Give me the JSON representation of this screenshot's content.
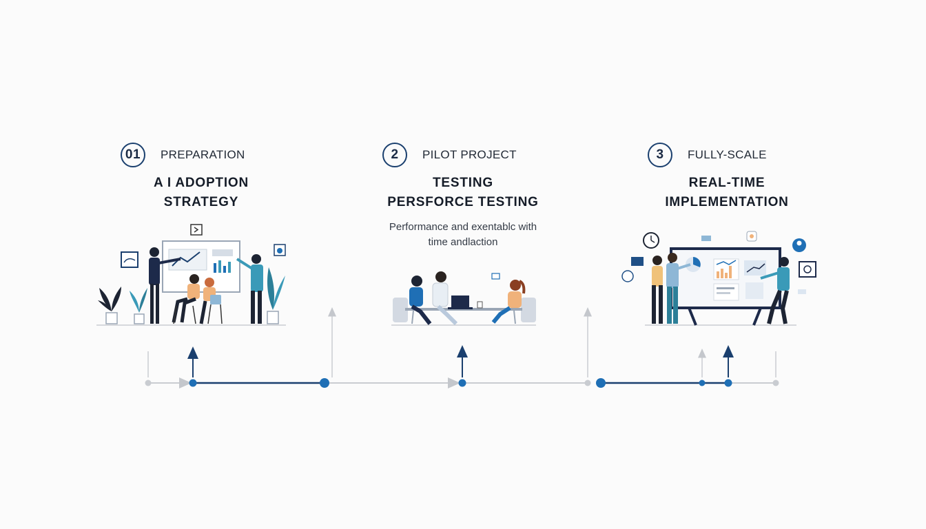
{
  "steps": [
    {
      "number": "01",
      "label": "PREPARATION",
      "title_line1": "A I ADOPTION",
      "title_line2": "STRATEGY",
      "description_line1": "",
      "description_line2": ""
    },
    {
      "number": "2",
      "label": "PILOT PROJECT",
      "title_line1": "TESTING",
      "title_line2": "PERSFORCE TESTING",
      "description_line1": "Performance and exentablc with",
      "description_line2": "time andlaction"
    },
    {
      "number": "3",
      "label": "FULLY-SCALE",
      "title_line1": "REAL-TIME",
      "title_line2": "IMPLEMENTATION",
      "description_line1": "",
      "description_line2": ""
    }
  ],
  "colors": {
    "navy": "#1a3f6e",
    "accent_blue": "#1f6fb5",
    "teal": "#3a9ab8",
    "timeline_grey": "#c9ccd1",
    "skin_orange": "#f0b27a"
  }
}
